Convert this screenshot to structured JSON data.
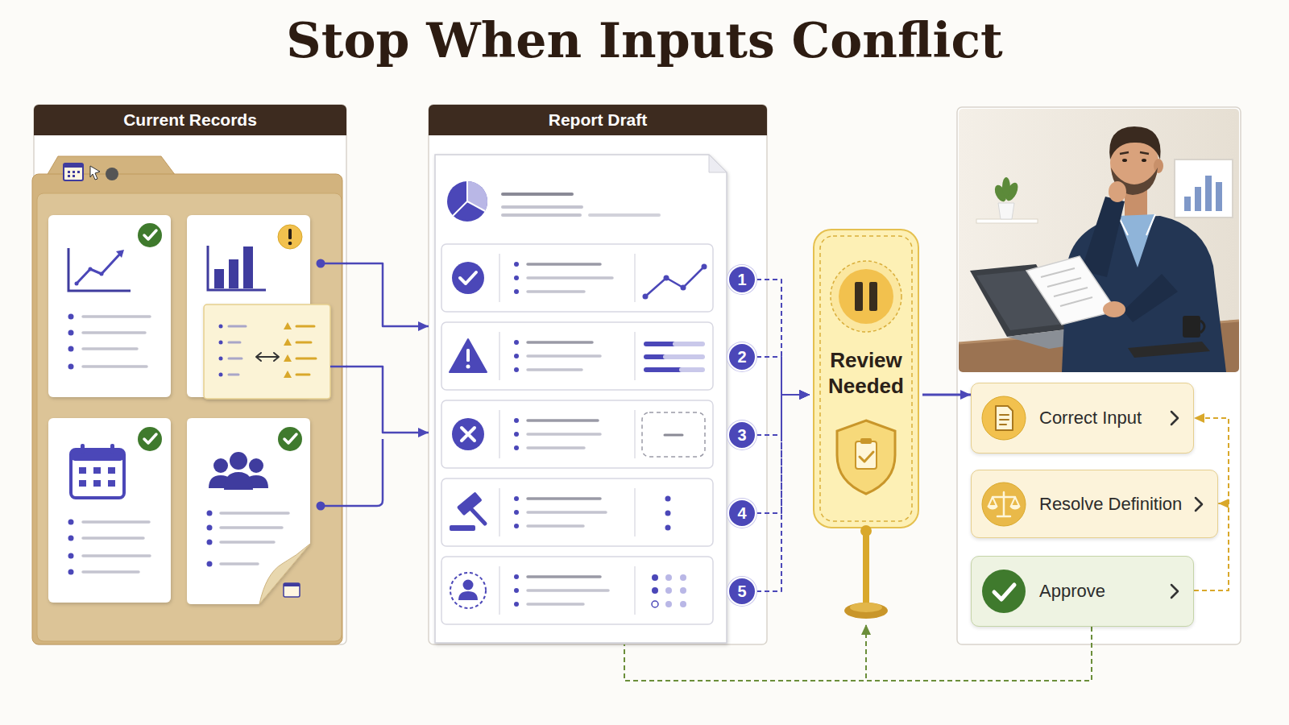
{
  "diagram": {
    "title": "Stop When Inputs Conflict",
    "nodes": [
      {
        "text": [
          "Current Records"
        ]
      },
      {
        "text": [
          "Report Draft"
        ]
      },
      {
        "text": [
          "1"
        ],
        "in": 1
      },
      {
        "text": [
          "2"
        ],
        "in": 1
      },
      {
        "text": [
          "3"
        ],
        "in": 1
      },
      {
        "text": [
          "4"
        ],
        "in": 1
      },
      {
        "text": [
          "5"
        ],
        "in": 1
      },
      {
        "text": [
          "Review Needed"
        ]
      },
      {
        "text": [
          "Correct Input"
        ]
      },
      {
        "text": [
          "Resolve Definition"
        ]
      },
      {
        "text": [
          "Approve"
        ]
      }
    ],
    "edges": [
      {
        "from": 0,
        "to": 1,
        "arrow": "to"
      },
      {
        "from": 0,
        "to": 1,
        "arrow": "to"
      },
      {
        "from": 2,
        "to": 7,
        "arrow": "to"
      },
      {
        "from": 3,
        "to": 7,
        "arrow": "to"
      },
      {
        "from": 4,
        "to": 7,
        "arrow": "to"
      },
      {
        "from": 5,
        "to": 7,
        "arrow": "to"
      },
      {
        "from": 6,
        "to": 7,
        "arrow": "to"
      },
      {
        "from": 7,
        "to": 8,
        "arrow": "to"
      },
      {
        "from": 10,
        "to": 8,
        "arrow": "to"
      },
      {
        "from": 10,
        "to": 9,
        "arrow": "to"
      },
      {
        "from": 10,
        "to": 7,
        "arrow": "to"
      },
      {
        "from": 10,
        "to": 1,
        "arrow": "none"
      }
    ]
  }
}
